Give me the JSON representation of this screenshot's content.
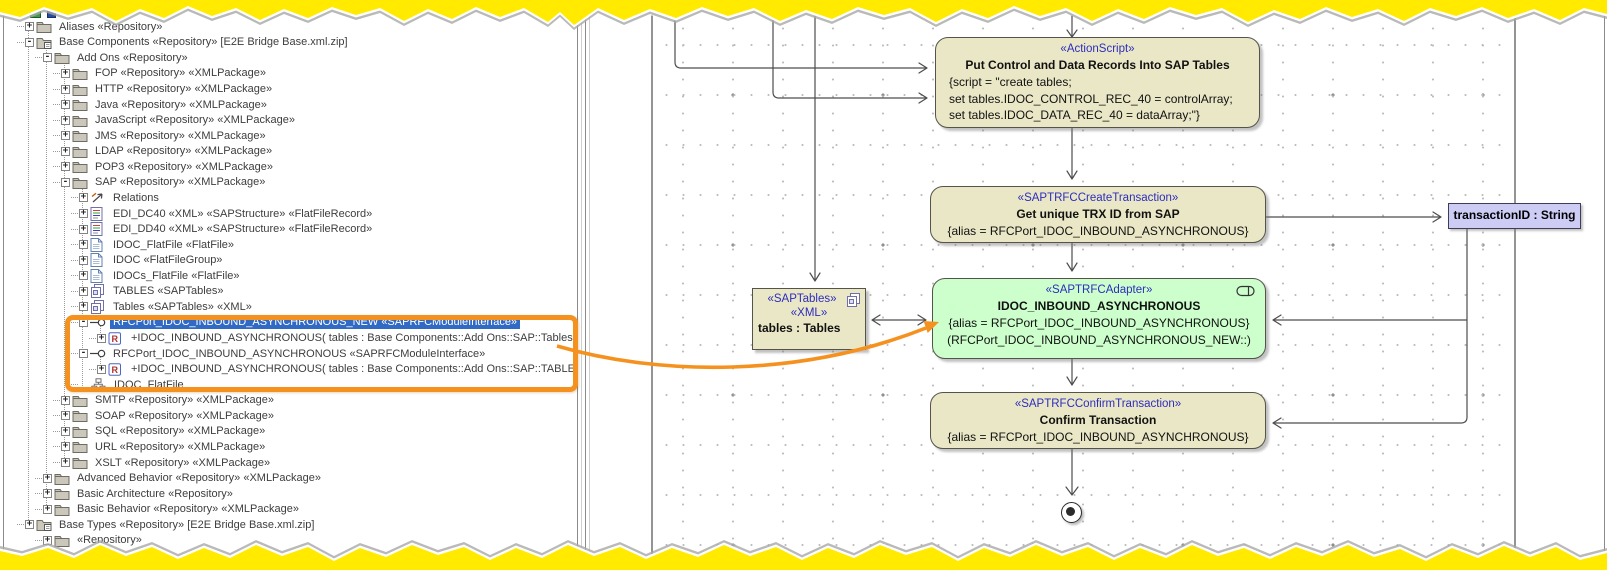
{
  "tree": {
    "items": [
      {
        "label": "Aliases «Repository»",
        "level": 1,
        "icon": "folder",
        "expand": "plus",
        "selected": false
      },
      {
        "label": "Base Components «Repository» [E2E Bridge Base.xml.zip]",
        "level": 1,
        "icon": "folder-pkg",
        "expand": "minus",
        "selected": false
      },
      {
        "label": "Add Ons «Repository»",
        "level": 2,
        "icon": "folder",
        "expand": "minus",
        "selected": false
      },
      {
        "label": "FOP «Repository» «XMLPackage»",
        "level": 3,
        "icon": "folder",
        "expand": "plus",
        "selected": false
      },
      {
        "label": "HTTP «Repository» «XMLPackage»",
        "level": 3,
        "icon": "folder",
        "expand": "plus",
        "selected": false
      },
      {
        "label": "Java «Repository» «XMLPackage»",
        "level": 3,
        "icon": "folder",
        "expand": "plus",
        "selected": false
      },
      {
        "label": "JavaScript «Repository» «XMLPackage»",
        "level": 3,
        "icon": "folder",
        "expand": "plus",
        "selected": false
      },
      {
        "label": "JMS «Repository» «XMLPackage»",
        "level": 3,
        "icon": "folder",
        "expand": "plus",
        "selected": false
      },
      {
        "label": "LDAP «Repository» «XMLPackage»",
        "level": 3,
        "icon": "folder",
        "expand": "plus",
        "selected": false
      },
      {
        "label": "POP3 «Repository» «XMLPackage»",
        "level": 3,
        "icon": "folder",
        "expand": "plus",
        "selected": false
      },
      {
        "label": "SAP «Repository» «XMLPackage»",
        "level": 3,
        "icon": "folder",
        "expand": "minus",
        "selected": false
      },
      {
        "label": "Relations",
        "level": 4,
        "icon": "relations",
        "expand": "plus",
        "selected": false
      },
      {
        "label": "EDI_DC40 «XML» «SAPStructure» «FlatFileRecord»",
        "level": 4,
        "icon": "edi-doc",
        "expand": "plus",
        "selected": false
      },
      {
        "label": "EDI_DD40 «XML» «SAPStructure» «FlatFileRecord»",
        "level": 4,
        "icon": "edi-doc",
        "expand": "plus",
        "selected": false
      },
      {
        "label": "IDOC_FlatFile «FlatFile»",
        "level": 4,
        "icon": "page",
        "expand": "plus",
        "selected": false
      },
      {
        "label": "IDOC «FlatFileGroup»",
        "level": 4,
        "icon": "page",
        "expand": "plus",
        "selected": false
      },
      {
        "label": "IDOCs_FlatFile «FlatFile»",
        "level": 4,
        "icon": "page",
        "expand": "plus",
        "selected": false
      },
      {
        "label": "TABLES «SAPTables»",
        "level": 4,
        "icon": "pages",
        "expand": "plus",
        "selected": false
      },
      {
        "label": "Tables «SAPTables» «XML»",
        "level": 4,
        "icon": "pages",
        "expand": "plus",
        "selected": false
      },
      {
        "label": "RFCPort_IDOC_INBOUND_ASYNCHRONOUS_NEW «SAPRFCModuleInterface»",
        "level": 4,
        "icon": "port",
        "expand": "minus",
        "selected": true
      },
      {
        "label": "+IDOC_INBOUND_ASYNCHRONOUS( tables : Base Components::Add Ons::SAP::Tables )",
        "level": 5,
        "icon": "operation",
        "expand": "plus",
        "selected": false
      },
      {
        "label": "RFCPort_IDOC_INBOUND_ASYNCHRONOUS «SAPRFCModuleInterface»",
        "level": 4,
        "icon": "port",
        "expand": "minus",
        "selected": false
      },
      {
        "label": "+IDOC_INBOUND_ASYNCHRONOUS( tables : Base Components::Add Ons::SAP::TABLES )",
        "level": 5,
        "icon": "operation",
        "expand": "plus",
        "selected": false
      },
      {
        "label": "IDOC_FlatFile",
        "level": 4,
        "icon": "diagram",
        "expand": null,
        "selected": false
      },
      {
        "label": "SMTP «Repository» «XMLPackage»",
        "level": 3,
        "icon": "folder",
        "expand": "plus",
        "selected": false
      },
      {
        "label": "SOAP «Repository» «XMLPackage»",
        "level": 3,
        "icon": "folder",
        "expand": "plus",
        "selected": false
      },
      {
        "label": "SQL «Repository» «XMLPackage»",
        "level": 3,
        "icon": "folder",
        "expand": "plus",
        "selected": false
      },
      {
        "label": "URL «Repository» «XMLPackage»",
        "level": 3,
        "icon": "folder",
        "expand": "plus",
        "selected": false
      },
      {
        "label": "XSLT «Repository» «XMLPackage»",
        "level": 3,
        "icon": "folder",
        "expand": "plus",
        "selected": false
      },
      {
        "label": "Advanced Behavior «Repository» «XMLPackage»",
        "level": 2,
        "icon": "folder",
        "expand": "plus",
        "selected": false
      },
      {
        "label": "Basic Architecture «Repository»",
        "level": 2,
        "icon": "folder",
        "expand": "plus",
        "selected": false
      },
      {
        "label": "Basic Behavior «Repository» «XMLPackage»",
        "level": 2,
        "icon": "folder",
        "expand": "plus",
        "selected": false
      },
      {
        "label": "Base Types «Repository» [E2E Bridge Base.xml.zip]",
        "level": 1,
        "icon": "folder-pkg",
        "expand": "plus",
        "selected": false
      },
      {
        "label": "«Repository»",
        "level": 2,
        "icon": "folder",
        "expand": "plus",
        "selected": false
      }
    ]
  },
  "diagram": {
    "action_script": {
      "stereotype": "«ActionScript»",
      "title": "Put Control and Data Records Into SAP Tables",
      "line1": "{script = \"create tables;",
      "line2": "set tables.IDOC_CONTROL_REC_40 = controlArray;",
      "line3": "set tables.IDOC_DATA_REC_40 = dataArray;\"}"
    },
    "create_transaction": {
      "stereotype": "«SAPTRFCCreateTransaction»",
      "title": "Get unique TRX ID from SAP",
      "constraint": "{alias = RFCPort_IDOC_INBOUND_ASYNCHRONOUS}"
    },
    "adapter": {
      "stereotype": "«SAPTRFCAdapter»",
      "title": "IDOC_INBOUND_ASYNCHRONOUS",
      "constraint": "{alias = RFCPort_IDOC_INBOUND_ASYNCHRONOUS}",
      "source": "(RFCPort_IDOC_INBOUND_ASYNCHRONOUS_NEW::)"
    },
    "confirm_transaction": {
      "stereotype": "«SAPTRFCConfirmTransaction»",
      "title": "Confirm Transaction",
      "constraint": "{alias = RFCPort_IDOC_INBOUND_ASYNCHRONOUS}"
    },
    "tables_object": {
      "stereotype1": "«SAPTables»",
      "stereotype2": "«XML»",
      "name": "tables : Tables"
    },
    "transaction_id": {
      "label": "transactionID : String"
    }
  },
  "colors": {
    "node_fill": "#eae7c6",
    "adapter_fill": "#ccffcc",
    "pin_fill": "#ccccf4",
    "stereotype_text": "#2d2dbe",
    "selection": "#316ac5",
    "annotation": "#f5921f",
    "edge": "#4d4d4d",
    "tear": "#ffea00"
  }
}
